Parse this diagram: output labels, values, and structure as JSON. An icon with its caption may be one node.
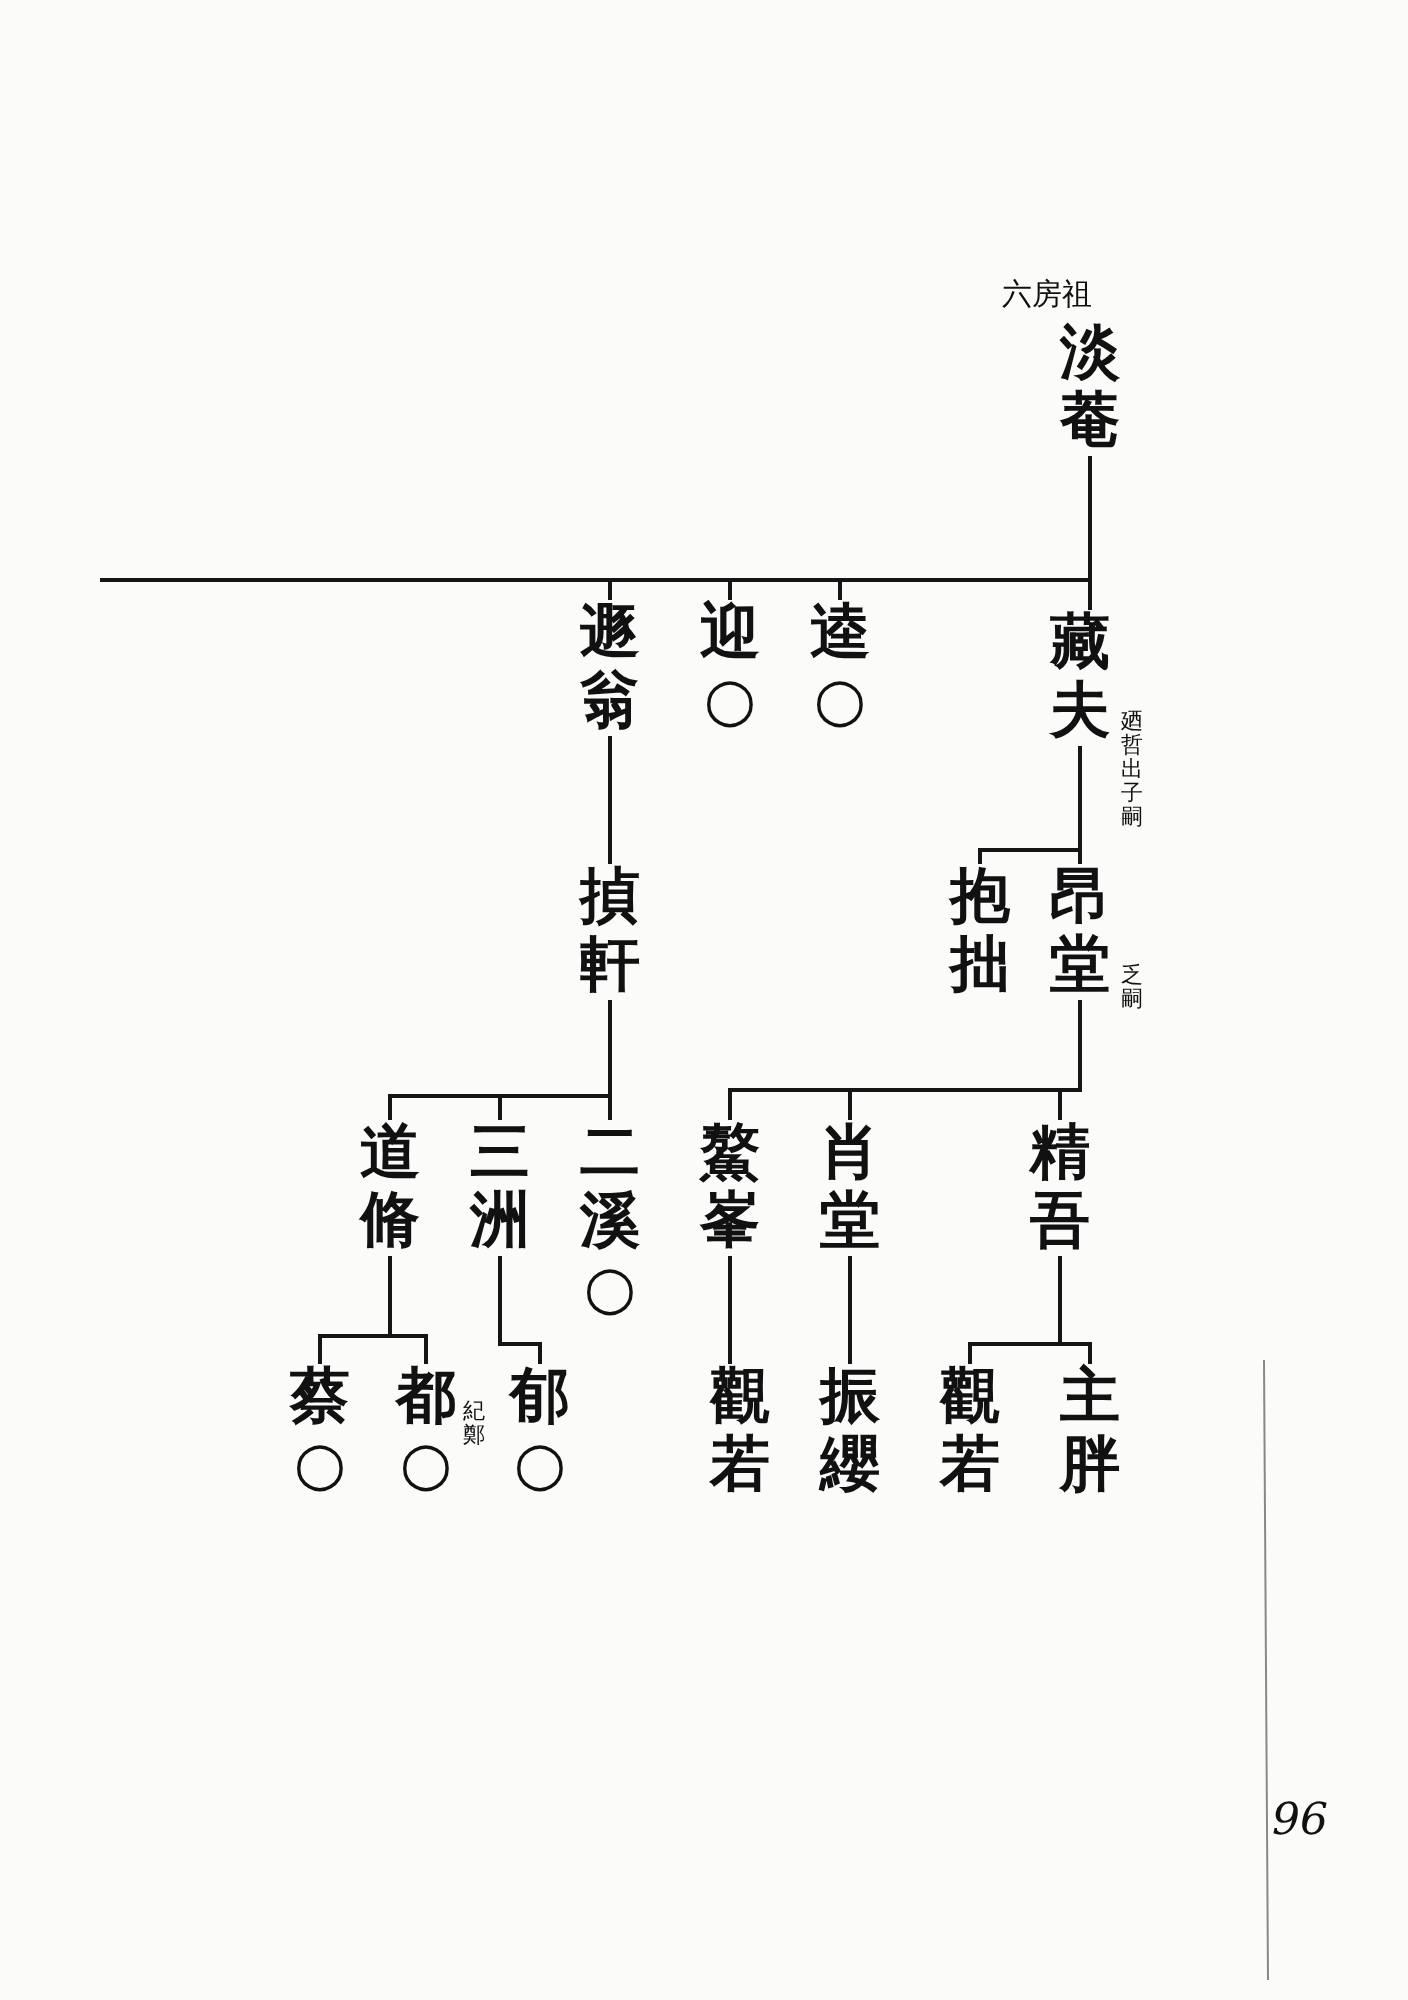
{
  "diagram": {
    "nodes": [
      {
        "text": [
          "淡菴"
        ],
        "beside": [
          "六房祖"
        ]
      },
      {
        "text": [
          "藏夫"
        ],
        "beside": [
          "廼哲出子嗣"
        ]
      },
      {
        "text": [
          "逵○"
        ]
      },
      {
        "text": [
          "迎○"
        ]
      },
      {
        "text": [
          "遯翁"
        ]
      },
      {
        "text": [
          "昂堂"
        ],
        "beside": [
          "乏嗣"
        ]
      },
      {
        "text": [
          "抱拙"
        ]
      },
      {
        "text": [
          "揁軒"
        ]
      },
      {
        "text": [
          "精吾"
        ]
      },
      {
        "text": [
          "肖堂"
        ]
      },
      {
        "text": [
          "鰲峯"
        ]
      },
      {
        "text": [
          "二溪○"
        ]
      },
      {
        "text": [
          "三洲"
        ]
      },
      {
        "text": [
          "道脩"
        ]
      },
      {
        "text": [
          "主胖"
        ]
      },
      {
        "text": [
          "觀若"
        ]
      },
      {
        "text": [
          "振纓"
        ]
      },
      {
        "text": [
          "觀若"
        ]
      },
      {
        "text": [
          "郁○"
        ]
      },
      {
        "text": [
          "都○"
        ],
        "beside": [
          "紀鄭"
        ]
      },
      {
        "text": [
          "蔡○"
        ]
      }
    ],
    "edges": [
      {
        "from": 0,
        "to": 1,
        "arrow": "none"
      },
      {
        "from": 0,
        "to": 2,
        "arrow": "none"
      },
      {
        "from": 0,
        "to": 3,
        "arrow": "none"
      },
      {
        "from": 0,
        "to": 4,
        "arrow": "none"
      },
      {
        "from": 1,
        "to": 5,
        "arrow": "none"
      },
      {
        "from": 1,
        "to": 6,
        "arrow": "none"
      },
      {
        "from": 4,
        "to": 7,
        "arrow": "none"
      },
      {
        "from": 5,
        "to": 8,
        "arrow": "none"
      },
      {
        "from": 5,
        "to": 9,
        "arrow": "none"
      },
      {
        "from": 5,
        "to": 10,
        "arrow": "none"
      },
      {
        "from": 7,
        "to": 11,
        "arrow": "none"
      },
      {
        "from": 7,
        "to": 12,
        "arrow": "none"
      },
      {
        "from": 7,
        "to": 13,
        "arrow": "none"
      },
      {
        "from": 8,
        "to": 14,
        "arrow": "none"
      },
      {
        "from": 8,
        "to": 15,
        "arrow": "none"
      },
      {
        "from": 9,
        "to": 16,
        "arrow": "none"
      },
      {
        "from": 10,
        "to": 17,
        "arrow": "none"
      },
      {
        "from": 12,
        "to": 18,
        "arrow": "none"
      },
      {
        "from": 13,
        "to": 19,
        "arrow": "none"
      },
      {
        "from": 13,
        "to": 20,
        "arrow": "none"
      }
    ],
    "labels": [
      "96"
    ]
  }
}
